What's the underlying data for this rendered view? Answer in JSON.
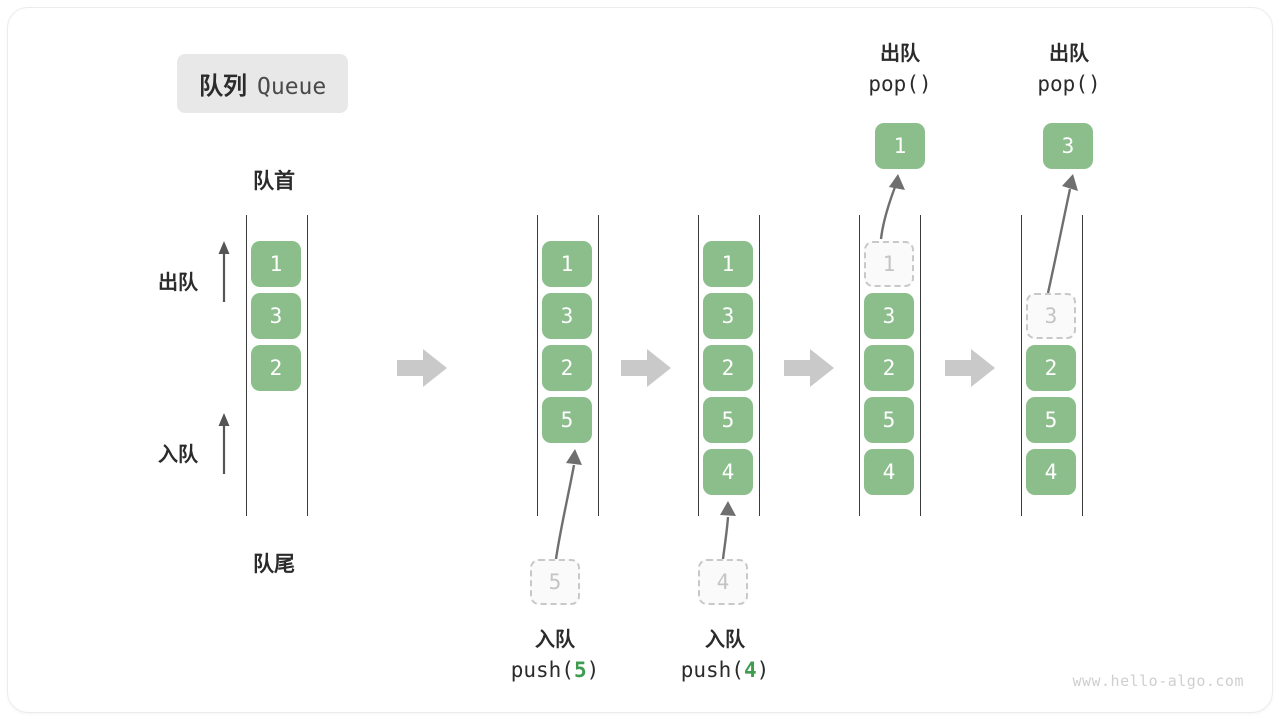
{
  "title": {
    "zh": "队列",
    "en": "Queue"
  },
  "labels": {
    "front": "队首",
    "rear": "队尾",
    "dequeue": "出队",
    "enqueue": "入队"
  },
  "operations": {
    "push5": {
      "zh": "入队",
      "fn": "push(",
      "arg": "5",
      "close": ")"
    },
    "push4": {
      "zh": "入队",
      "fn": "push(",
      "arg": "4",
      "close": ")"
    },
    "pop1": {
      "zh": "出队",
      "code": "pop()"
    },
    "pop2": {
      "zh": "出队",
      "code": "pop()"
    }
  },
  "states": {
    "s1": {
      "cells": [
        "1",
        "3",
        "2"
      ]
    },
    "s2": {
      "cells": [
        "1",
        "3",
        "2",
        "5"
      ],
      "incoming": "5"
    },
    "s3": {
      "cells": [
        "1",
        "3",
        "2",
        "5",
        "4"
      ],
      "incoming": "4"
    },
    "s4": {
      "ghost": "1",
      "cells": [
        "3",
        "2",
        "5",
        "4"
      ],
      "popped": "1"
    },
    "s5": {
      "ghost": "3",
      "cells": [
        "2",
        "5",
        "4"
      ],
      "popped": "3"
    }
  },
  "colors": {
    "cell_fill": "#8cbe8c",
    "cell_text": "#ffffff",
    "ghost_border": "#c8c8c8",
    "ghost_text": "#c4c4c4",
    "accent_green": "#3f9c4f",
    "rail": "#3b3b3b",
    "step_arrow": "#c9c9c9",
    "badge_bg": "#e8e8e8"
  },
  "watermark": "www.hello-algo.com"
}
